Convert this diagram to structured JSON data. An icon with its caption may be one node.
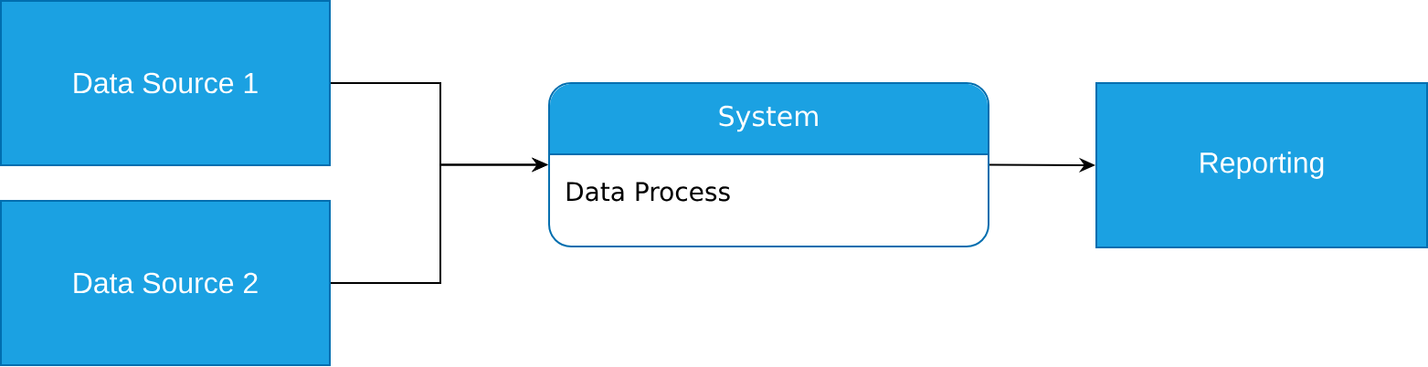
{
  "diagram": {
    "nodes": [
      {
        "text": [
          "Data Source 1"
        ]
      },
      {
        "text": [
          "Data Source 2"
        ]
      },
      {
        "text": [
          "System",
          "Data Process"
        ]
      },
      {
        "text": [
          "Reporting"
        ]
      }
    ],
    "edges": [
      {
        "from": 0,
        "to": 2,
        "arrow": "to"
      },
      {
        "from": 1,
        "to": 2,
        "arrow": "to"
      },
      {
        "from": 2,
        "to": 3,
        "arrow": "to"
      }
    ]
  }
}
